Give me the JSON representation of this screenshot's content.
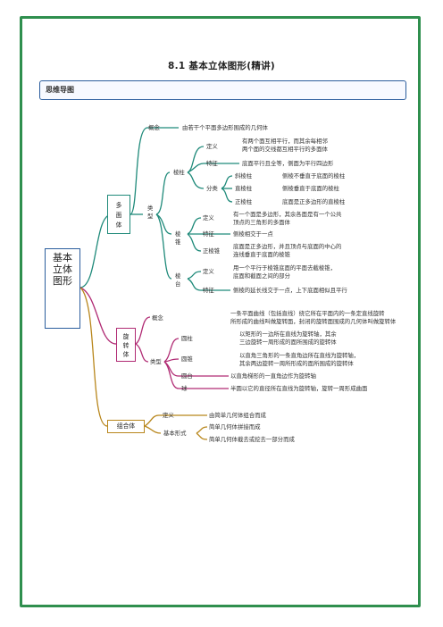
{
  "title": "8.1   基本立体图形(精讲)",
  "section": "思维导图",
  "root": "基本立体图形",
  "polyhedron": {
    "label": "多面体",
    "concept_label": "概念",
    "concept": "由若干个平面多边形围成的几何体",
    "type_label": "类型",
    "prism": {
      "label": "棱柱",
      "def_label": "定义",
      "def_1": "有两个面互相平行，而其余每相邻",
      "def_2": "两个面的交线都互相平行的多面体",
      "feature_label": "特征",
      "feature": "底面平行且全等，侧面为平行四边形",
      "class_label": "分类",
      "oblique_label": "斜棱柱",
      "oblique": "侧棱不垂直于底面的棱柱",
      "right_label": "直棱柱",
      "right": "侧棱垂直于底面的棱柱",
      "regular_label": "正棱柱",
      "regular": "底面是正多边形的直棱柱"
    },
    "pyramid": {
      "label": "棱锥",
      "def_label": "定义",
      "def_1": "有一个面是多边形，其余各面是有一个公共",
      "def_2": "顶点的三角形的多面体",
      "feature_label": "特征",
      "feature": "侧棱相交于一点",
      "regular_label": "正棱锥",
      "regular_1": "底面是正多边形，并且顶点与底面的中心的",
      "regular_2": "连线垂直于底面的棱锥"
    },
    "frustum": {
      "label": "棱台",
      "def_label": "定义",
      "def_1": "用一个平行于棱锥底面的平面去截棱锥，",
      "def_2": "底面和截面之间的部分",
      "feature_label": "特征",
      "feature": "侧棱的延长线交于一点，上下底面相似且平行"
    }
  },
  "revolution": {
    "label": "旋转体",
    "concept_label": "概念",
    "concept_1": "一条平面曲线（包括直线）绕它所在平面内的一条定直线旋转",
    "concept_2": "所形成的曲线叫做旋转面，封闭的旋转面围成的几何体叫做旋转体",
    "type_label": "类型",
    "cylinder_label": "圆柱",
    "cylinder_1": "以矩形的一边所在直线为旋转轴，其余",
    "cylinder_2": "三边旋转一周形成的面所围成的旋转体",
    "cone_label": "圆锥",
    "cone_1": "以直角三角形的一条直角边所在直线为旋转轴，",
    "cone_2": "其余两边旋转一周所形成的面所围成的旋转体",
    "frustum_label": "圆台",
    "frustum": "以直角梯形的一直角边作为旋转轴",
    "sphere_label": "球",
    "sphere": "半圆以它的直径所在直线为旋转轴，旋转一周形成曲面"
  },
  "composite": {
    "label": "组合体",
    "def_label": "定义",
    "def": "由简单几何体组合而成",
    "form_label": "基本形式",
    "form_1": "简单几何体拼接而成",
    "form_2": "简单几何体截去或挖去一部分而成"
  },
  "colors": {
    "frame": "#2f8f4e",
    "blue": "#2b5d9d",
    "teal": "#1f8a7a",
    "magenta": "#b02a73",
    "gold": "#b8861b"
  }
}
